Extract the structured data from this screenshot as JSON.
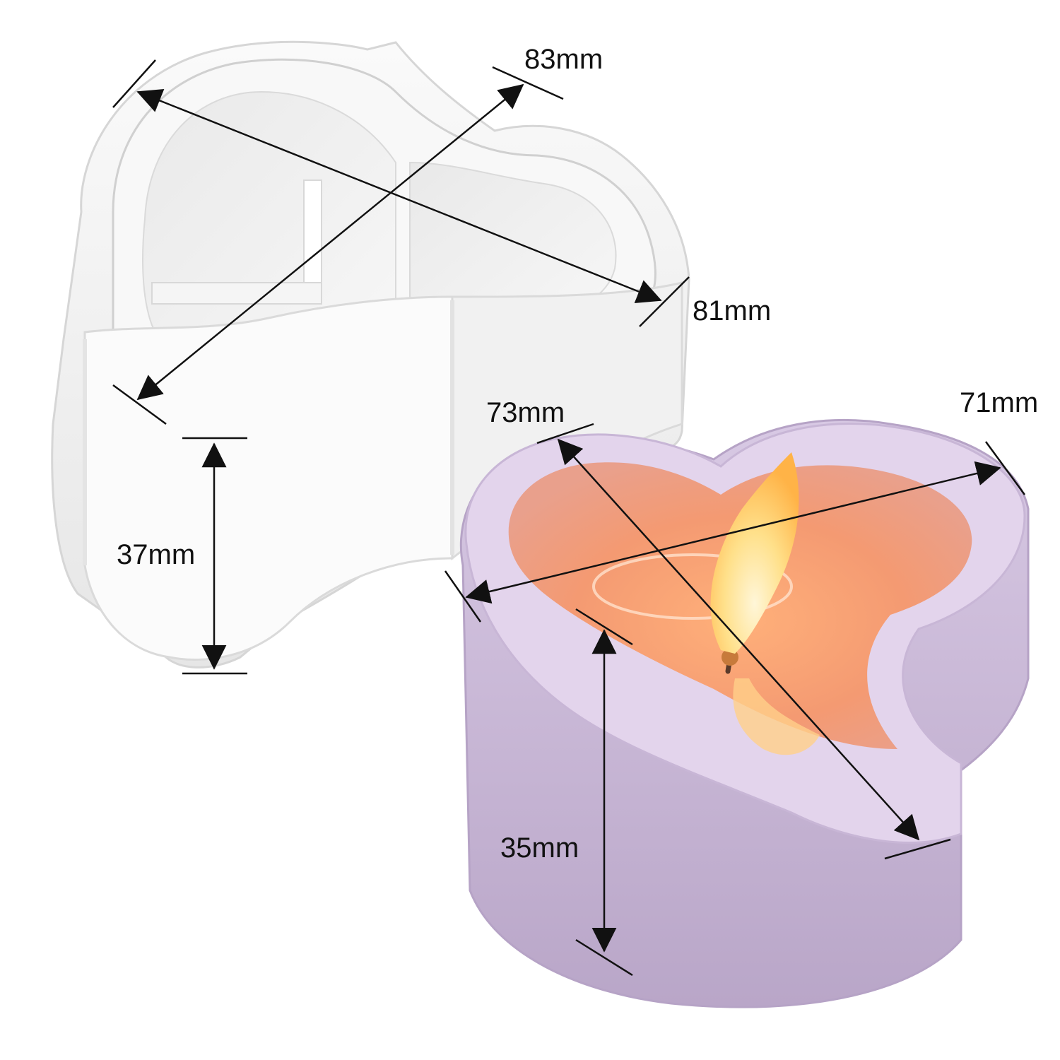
{
  "dimensions": {
    "mold_width": "83mm",
    "mold_depth": "81mm",
    "mold_height": "37mm",
    "candle_width": "73mm",
    "candle_depth": "71mm",
    "candle_height": "35mm"
  },
  "colors": {
    "background": "#ffffff",
    "mold_silicone": "#f2f2f2",
    "candle_vessel": "#c9b6d6",
    "wax": "#f2a27c",
    "flame": "#ffd27a",
    "dimension_line": "#111111"
  }
}
